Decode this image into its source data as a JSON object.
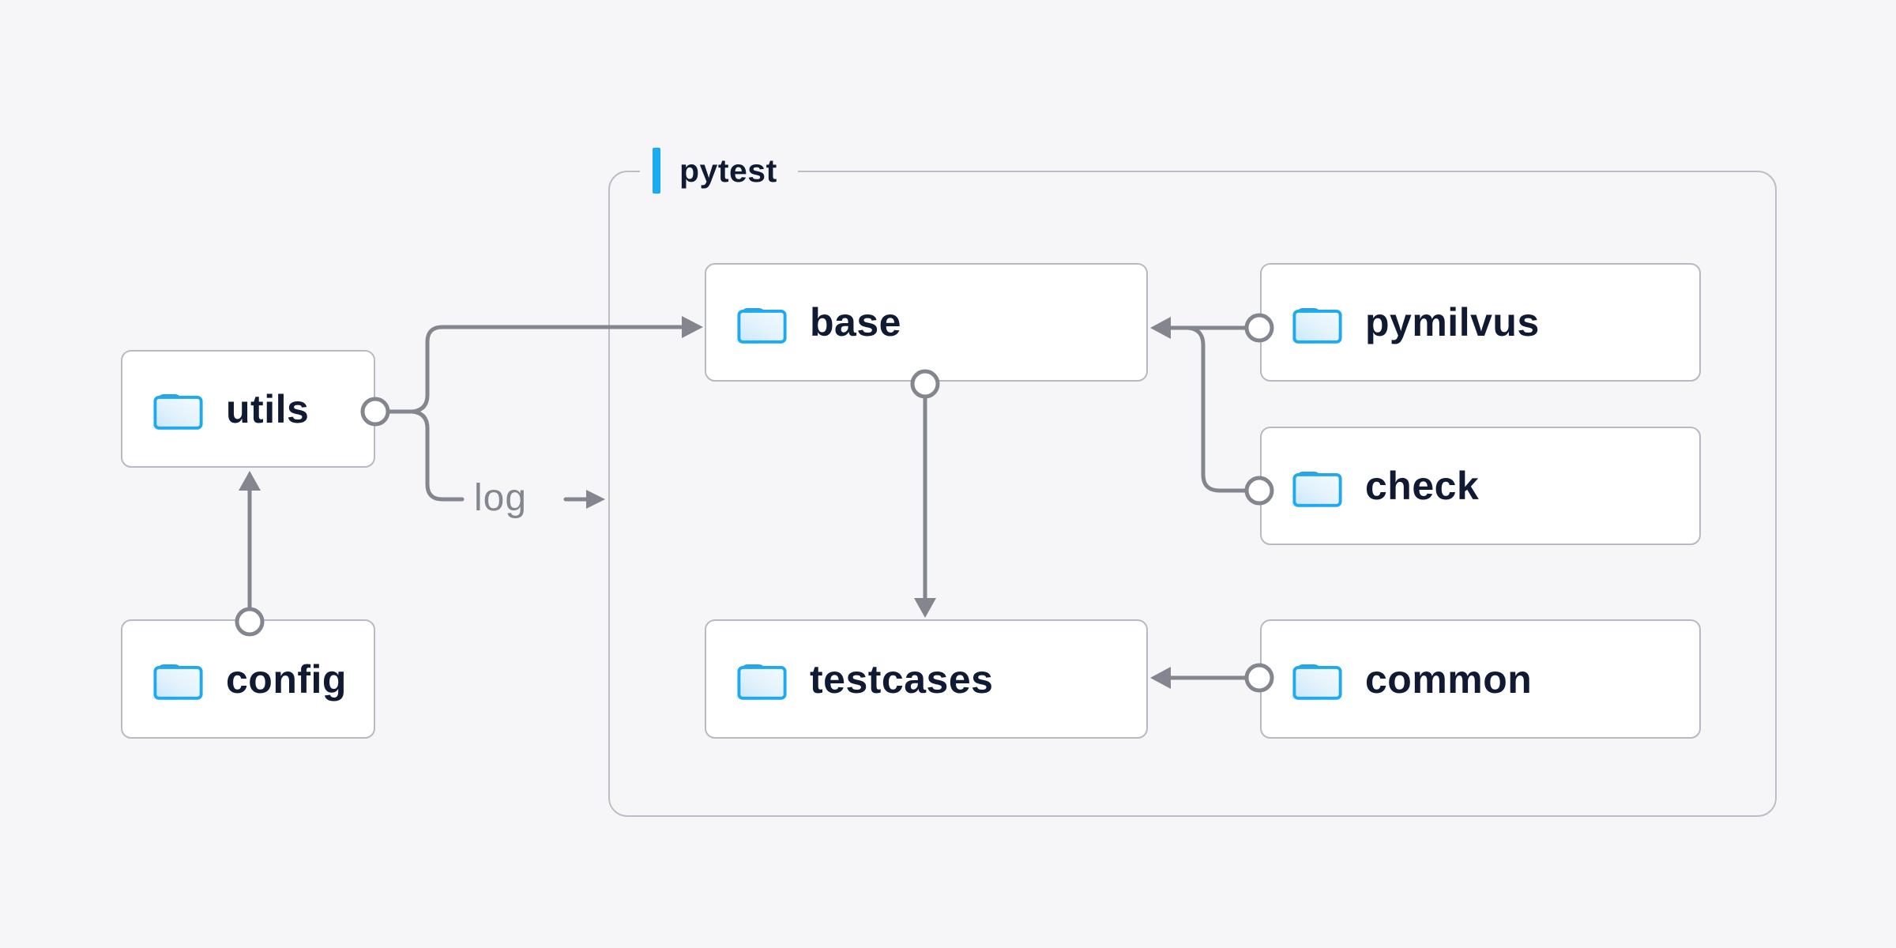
{
  "diagram": {
    "title_container": {
      "label": "pytest"
    },
    "nodes": {
      "utils": {
        "label": "utils",
        "icon": "folder-icon"
      },
      "config": {
        "label": "config",
        "icon": "folder-icon"
      },
      "base": {
        "label": "base",
        "icon": "folder-icon"
      },
      "pymilvus": {
        "label": "pymilvus",
        "icon": "folder-icon"
      },
      "check": {
        "label": "check",
        "icon": "folder-icon"
      },
      "testcases": {
        "label": "testcases",
        "icon": "folder-icon"
      },
      "common": {
        "label": "common",
        "icon": "folder-icon"
      }
    },
    "edge_labels": {
      "log": "log"
    },
    "edges": [
      {
        "from": "config",
        "to": "utils"
      },
      {
        "from": "utils",
        "to": "base"
      },
      {
        "from": "utils",
        "to": "pytest-container",
        "label": "log"
      },
      {
        "from": "base",
        "to": "testcases"
      },
      {
        "from": "pymilvus",
        "to": "base"
      },
      {
        "from": "check",
        "to": "base"
      },
      {
        "from": "common",
        "to": "testcases"
      }
    ],
    "colors": {
      "background": "#f6f6f8",
      "node_fill": "#ffffff",
      "node_border": "#b7bac2",
      "container_border": "#bcbec9",
      "connector": "#83868f",
      "text": "#101b33",
      "accent_bar": "#1aacf2",
      "folder_blue": "#1ea9f1",
      "folder_tab": "#2f9fdd",
      "folder_fill_light": "#f2fafe",
      "folder_fill_dark": "#cfeafb"
    }
  }
}
